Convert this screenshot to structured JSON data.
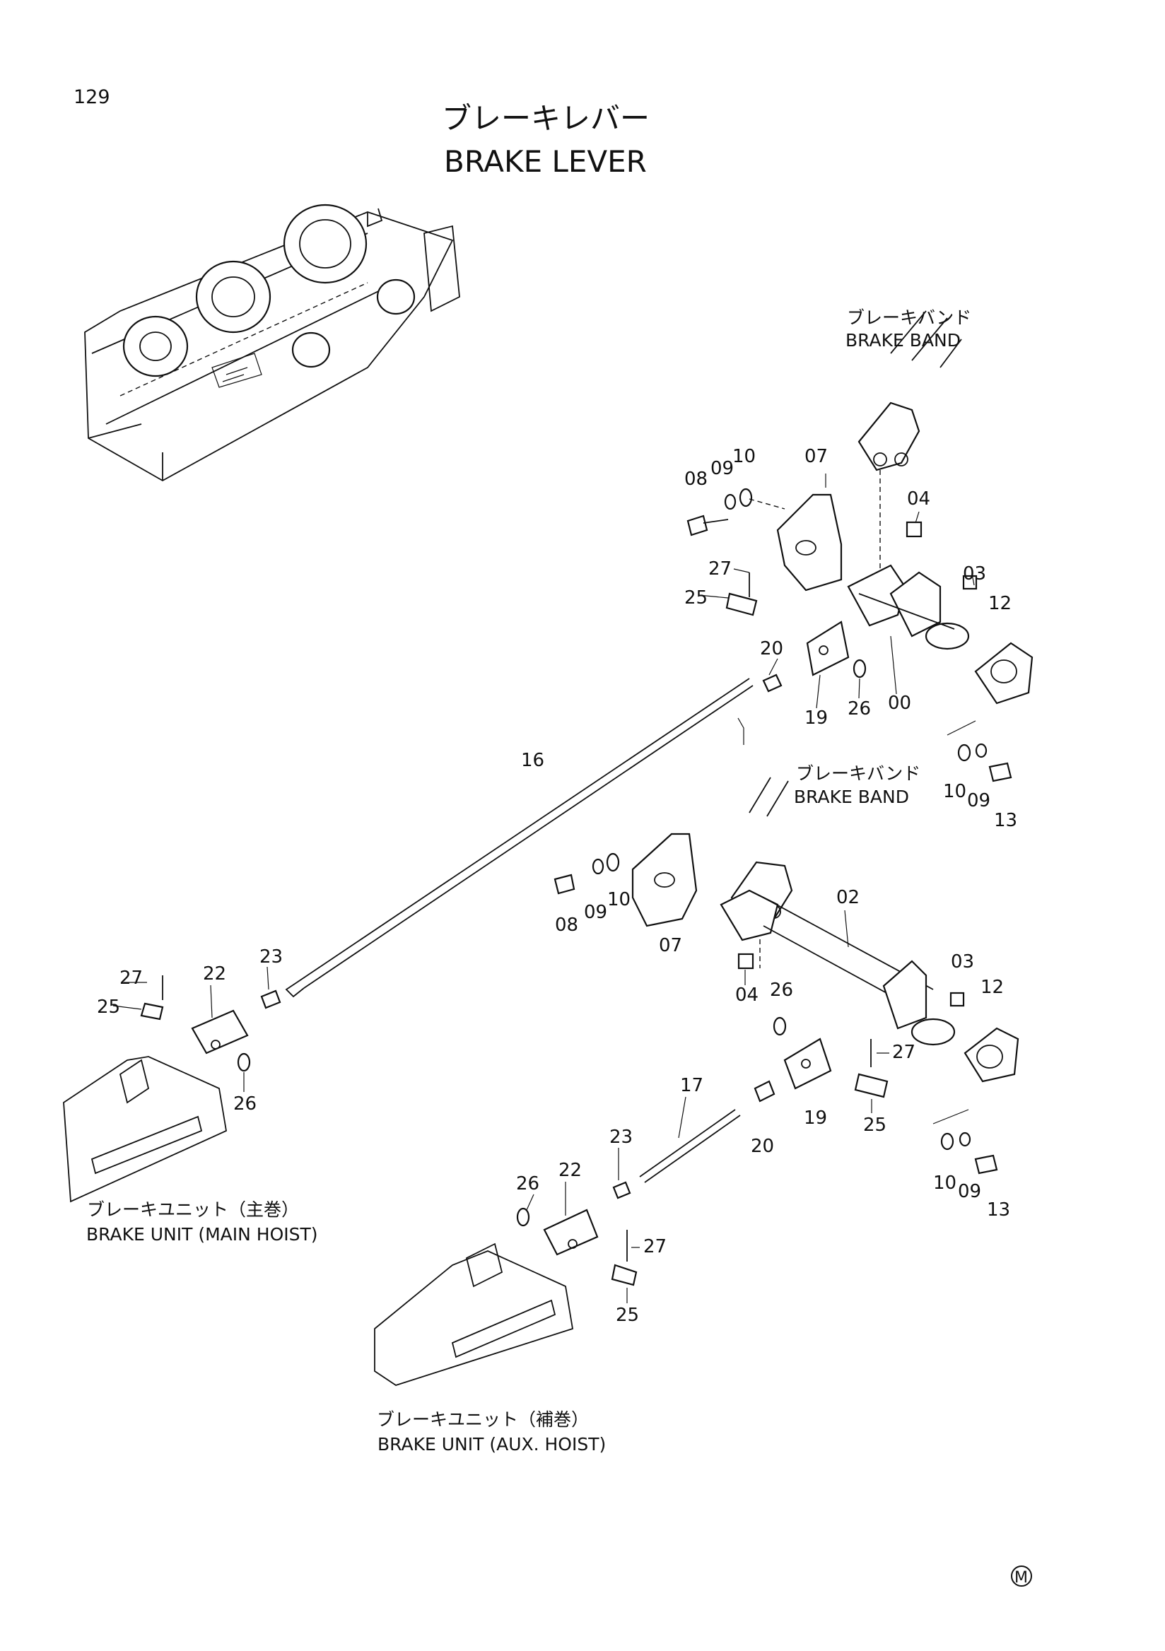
{
  "page_number": "129",
  "title_jp": "ブレーキレバー",
  "title_en": "BRAKE LEVER",
  "labels": {
    "brake_band_upper_jp": "ブレーキバンド",
    "brake_band_upper_en": "BRAKE BAND",
    "brake_band_lower_jp": "ブレーキバンド",
    "brake_band_lower_en": "BRAKE BAND",
    "main_hoist_jp": "ブレーキユニット（主巻）",
    "main_hoist_en": "BRAKE UNIT (MAIN HOIST)",
    "aux_hoist_jp": "ブレーキユニット（補巻）",
    "aux_hoist_en": "BRAKE UNIT (AUX. HOIST)"
  },
  "callouts": [
    {
      "id": "c-08a",
      "text": "08"
    },
    {
      "id": "c-09a",
      "text": "09"
    },
    {
      "id": "c-10a",
      "text": "10"
    },
    {
      "id": "c-07a",
      "text": "07"
    },
    {
      "id": "c-04a",
      "text": "04"
    },
    {
      "id": "c-27a",
      "text": "27"
    },
    {
      "id": "c-25a",
      "text": "25"
    },
    {
      "id": "c-03a",
      "text": "03"
    },
    {
      "id": "c-12a",
      "text": "12"
    },
    {
      "id": "c-20a",
      "text": "20"
    },
    {
      "id": "c-19a",
      "text": "19"
    },
    {
      "id": "c-26a",
      "text": "26"
    },
    {
      "id": "c-00",
      "text": "00"
    },
    {
      "id": "c-16",
      "text": "16"
    },
    {
      "id": "c-10b",
      "text": "10"
    },
    {
      "id": "c-09b",
      "text": "09"
    },
    {
      "id": "c-13a",
      "text": "13"
    },
    {
      "id": "c-08b",
      "text": "08"
    },
    {
      "id": "c-09c",
      "text": "09"
    },
    {
      "id": "c-10c",
      "text": "10"
    },
    {
      "id": "c-07b",
      "text": "07"
    },
    {
      "id": "c-02",
      "text": "02"
    },
    {
      "id": "c-04b",
      "text": "04"
    },
    {
      "id": "c-03b",
      "text": "03"
    },
    {
      "id": "c-12b",
      "text": "12"
    },
    {
      "id": "c-26b",
      "text": "26"
    },
    {
      "id": "c-27b",
      "text": "27"
    },
    {
      "id": "c-19b",
      "text": "19"
    },
    {
      "id": "c-25b",
      "text": "25"
    },
    {
      "id": "c-20b",
      "text": "20"
    },
    {
      "id": "c-17",
      "text": "17"
    },
    {
      "id": "c-10d",
      "text": "10"
    },
    {
      "id": "c-09d",
      "text": "09"
    },
    {
      "id": "c-13b",
      "text": "13"
    },
    {
      "id": "c-27c",
      "text": "27"
    },
    {
      "id": "c-22a",
      "text": "22"
    },
    {
      "id": "c-23a",
      "text": "23"
    },
    {
      "id": "c-25c",
      "text": "25"
    },
    {
      "id": "c-26c",
      "text": "26"
    },
    {
      "id": "c-23b",
      "text": "23"
    },
    {
      "id": "c-22b",
      "text": "22"
    },
    {
      "id": "c-26d",
      "text": "26"
    },
    {
      "id": "c-27d",
      "text": "27"
    },
    {
      "id": "c-25d",
      "text": "25"
    }
  ],
  "mark": "M"
}
